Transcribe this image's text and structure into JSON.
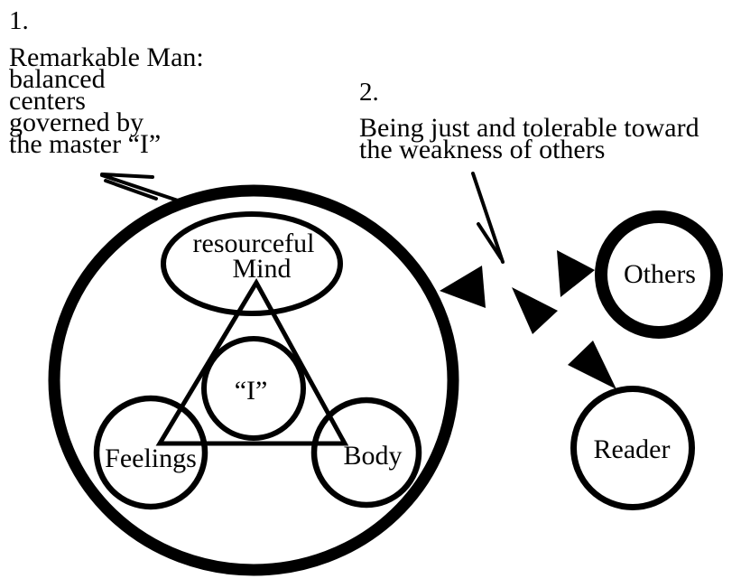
{
  "figure": {
    "background": "#ffffff",
    "ink": "#000000",
    "type": "hand-drawn psychology diagram"
  },
  "notes": {
    "note1": {
      "number": "1.",
      "lines": [
        "Remarkable Man:",
        "balanced",
        "centers",
        "governed by",
        "the master “I”"
      ]
    },
    "note2": {
      "number": "2.",
      "lines": [
        "Being just and tolerable toward",
        "the weakness of others"
      ]
    }
  },
  "labels": {
    "mind_line1": "resourceful",
    "mind_line2": "Mind",
    "i_center": "“I”",
    "feelings": "Feelings",
    "body": "Body",
    "others": "Others",
    "reader": "Reader"
  }
}
